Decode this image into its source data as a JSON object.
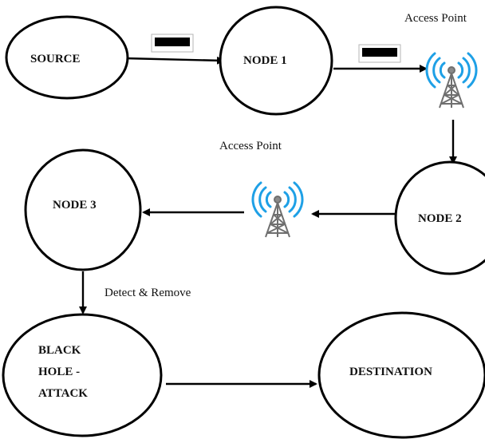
{
  "nodes": {
    "source": "SOURCE",
    "node1": "NODE 1",
    "node2": "NODE 2",
    "node3": "NODE 3",
    "black_hole": [
      "BLACK",
      "HOLE -",
      "ATTACK"
    ],
    "destination": "DESTINATION"
  },
  "labels": {
    "access_point_top": "Access Point",
    "access_point_middle": "Access Point",
    "detect_remove": "Detect & Remove"
  },
  "icons": {
    "access_point": "wireless-tower-icon",
    "packet": "data-packet-icon"
  },
  "colors": {
    "line": "#000000",
    "signal": "#1ea0e6",
    "tower": "#6f6f6f"
  }
}
